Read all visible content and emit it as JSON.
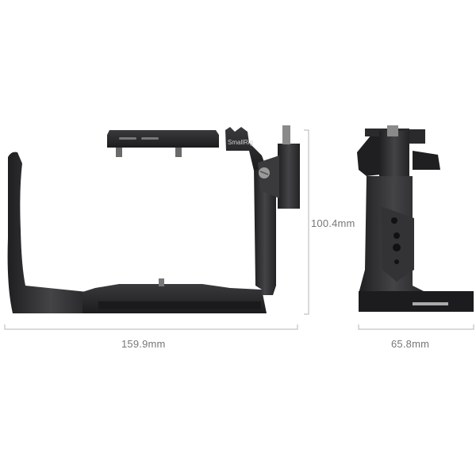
{
  "product": {
    "brand_logo_text": "SmallRig",
    "views": [
      "front-view",
      "side-view"
    ]
  },
  "dimensions": {
    "width": "159.9mm",
    "height": "100.4mm",
    "depth": "65.8mm"
  },
  "colors": {
    "metal": "#2b2b2d",
    "metal_highlight": "#4a4a4d",
    "dimension_line": "#b5b5b5",
    "dimension_text": "#777777",
    "background": "#ffffff"
  }
}
